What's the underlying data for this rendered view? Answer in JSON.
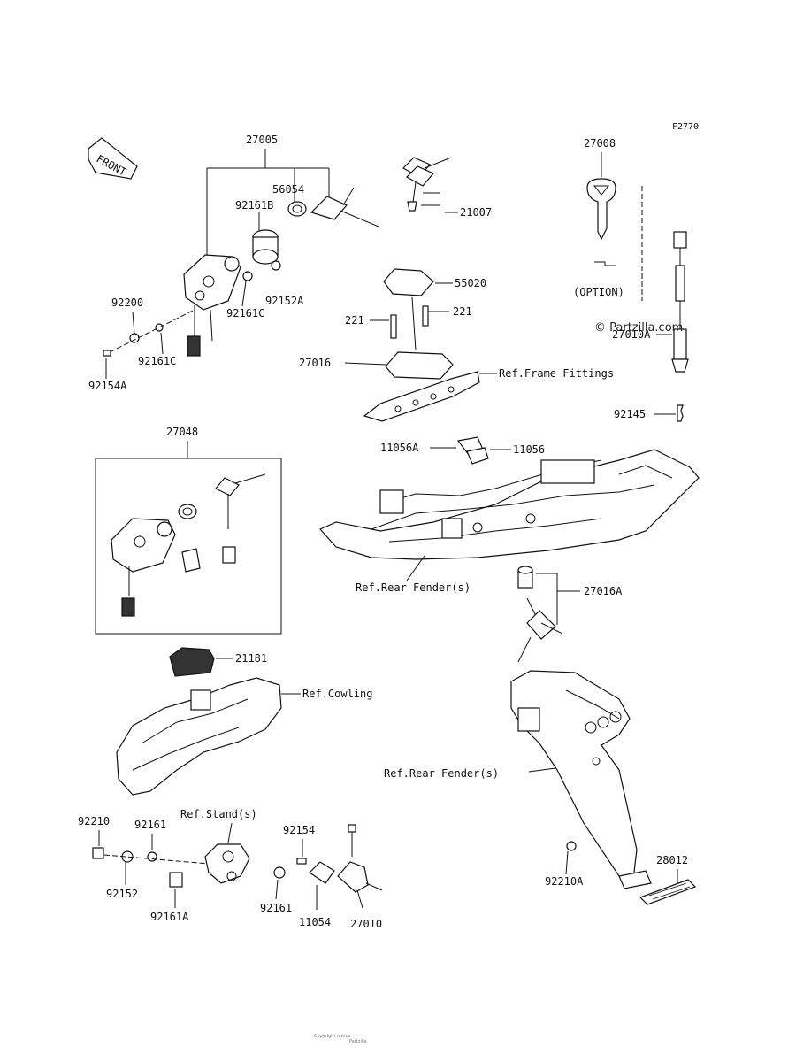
{
  "figure_code": "F2770",
  "front_label": "FRONT",
  "option_label": "(OPTION)",
  "watermark": "© Partzilla.com",
  "labels": {
    "p27005": "27005",
    "p56054": "56054",
    "p92161B": "92161B",
    "p92152A": "92152A",
    "p92161C_a": "92161C",
    "p92200": "92200",
    "p92161C_b": "92161C",
    "p92154A": "92154A",
    "p21007": "21007",
    "p55020": "55020",
    "p221_l": "221",
    "p221_r": "221",
    "p27016": "27016",
    "ref_frame": "Ref.Frame Fittings",
    "p27008": "27008",
    "p27010A": "27010A",
    "p92145": "92145",
    "p11056A": "11056A",
    "p11056": "11056",
    "p27048": "27048",
    "ref_rear_fender_1": "Ref.Rear Fender(s)",
    "p27016A": "27016A",
    "p21181": "21181",
    "ref_cowling": "Ref.Cowling",
    "ref_rear_fender_2": "Ref.Rear Fender(s)",
    "p92210": "92210",
    "p92161_a": "92161",
    "ref_stand": "Ref.Stand(s)",
    "p92154": "92154",
    "p92152": "92152",
    "p92161A": "92161A",
    "p92161_b": "92161",
    "p11054": "11054",
    "p27010": "27010",
    "p92210A": "92210A",
    "p28012": "28012"
  }
}
